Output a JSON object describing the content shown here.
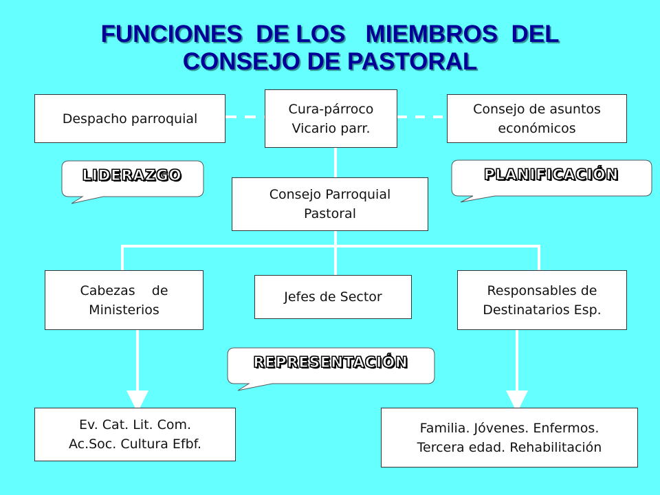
{
  "title": {
    "line1": "FUNCIONES  DE LOS   MIEMBROS  DEL",
    "line2": "CONSEJO DE PASTORAL"
  },
  "boxes": {
    "despacho": {
      "lines": [
        "Despacho parroquial"
      ]
    },
    "cura": {
      "lines": [
        "Cura-párroco",
        "Vicario parr."
      ]
    },
    "asuntos": {
      "lines": [
        "Consejo de asuntos",
        "económicos"
      ]
    },
    "consejo_pastoral": {
      "lines": [
        "Consejo Parroquial",
        "Pastoral"
      ]
    },
    "cabezas": {
      "lines": [
        "Cabezas    de",
        "Ministerios"
      ]
    },
    "jefes": {
      "lines": [
        "Jefes de Sector"
      ]
    },
    "responsables": {
      "lines": [
        "Responsables de",
        "Destinatarios Esp."
      ]
    },
    "ev": {
      "lines": [
        "Ev. Cat. Lit. Com.",
        "Ac.Soc. Cultura Efbf."
      ]
    },
    "familia": {
      "lines": [
        "Familia. Jóvenes. Enfermos.",
        "Tercera edad. Rehabilitación"
      ]
    }
  },
  "callouts": {
    "liderazgo": "LIDERAZGO",
    "planificacion": "PLANIFICACIÓN",
    "representacion": "REPRESENTACIÓN"
  },
  "colors": {
    "background": "#66ffff",
    "title": "#000099",
    "connector": "#ffffff",
    "box_fill": "#ffffff"
  }
}
